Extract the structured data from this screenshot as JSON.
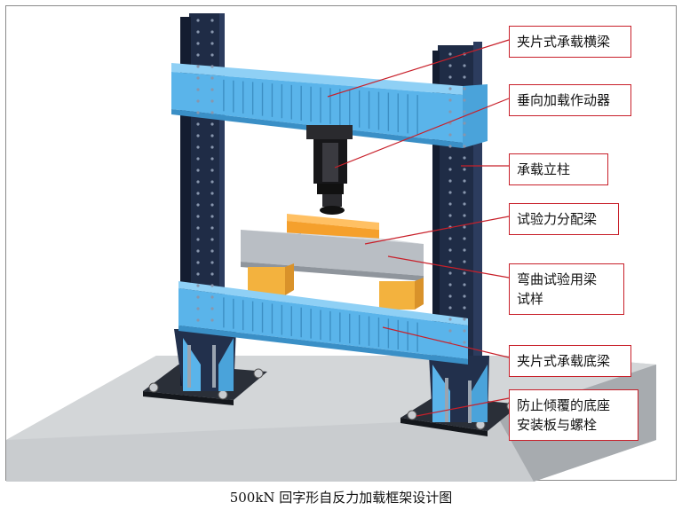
{
  "labels": {
    "top_beam": "夹片式承载横梁",
    "actuator": "垂向加载作动器",
    "column": "承载立柱",
    "distribution_beam": "试验力分配梁",
    "specimen_line1": "弯曲试验用梁",
    "specimen_line2": "试样",
    "bottom_beam": "夹片式承载底梁",
    "base_line1": "防止倾覆的底座",
    "base_line2": "安装板与螺栓"
  },
  "caption": "500kN 回字形自反力加载框架设计图",
  "colors": {
    "beam": "#5ab4ea",
    "column": "#1f2c46",
    "distribution_beam": "#f5a02c",
    "specimen": "#b9bec4",
    "support": "#f3b23e",
    "floor": "#c9cccf",
    "leader": "#c8202a"
  }
}
